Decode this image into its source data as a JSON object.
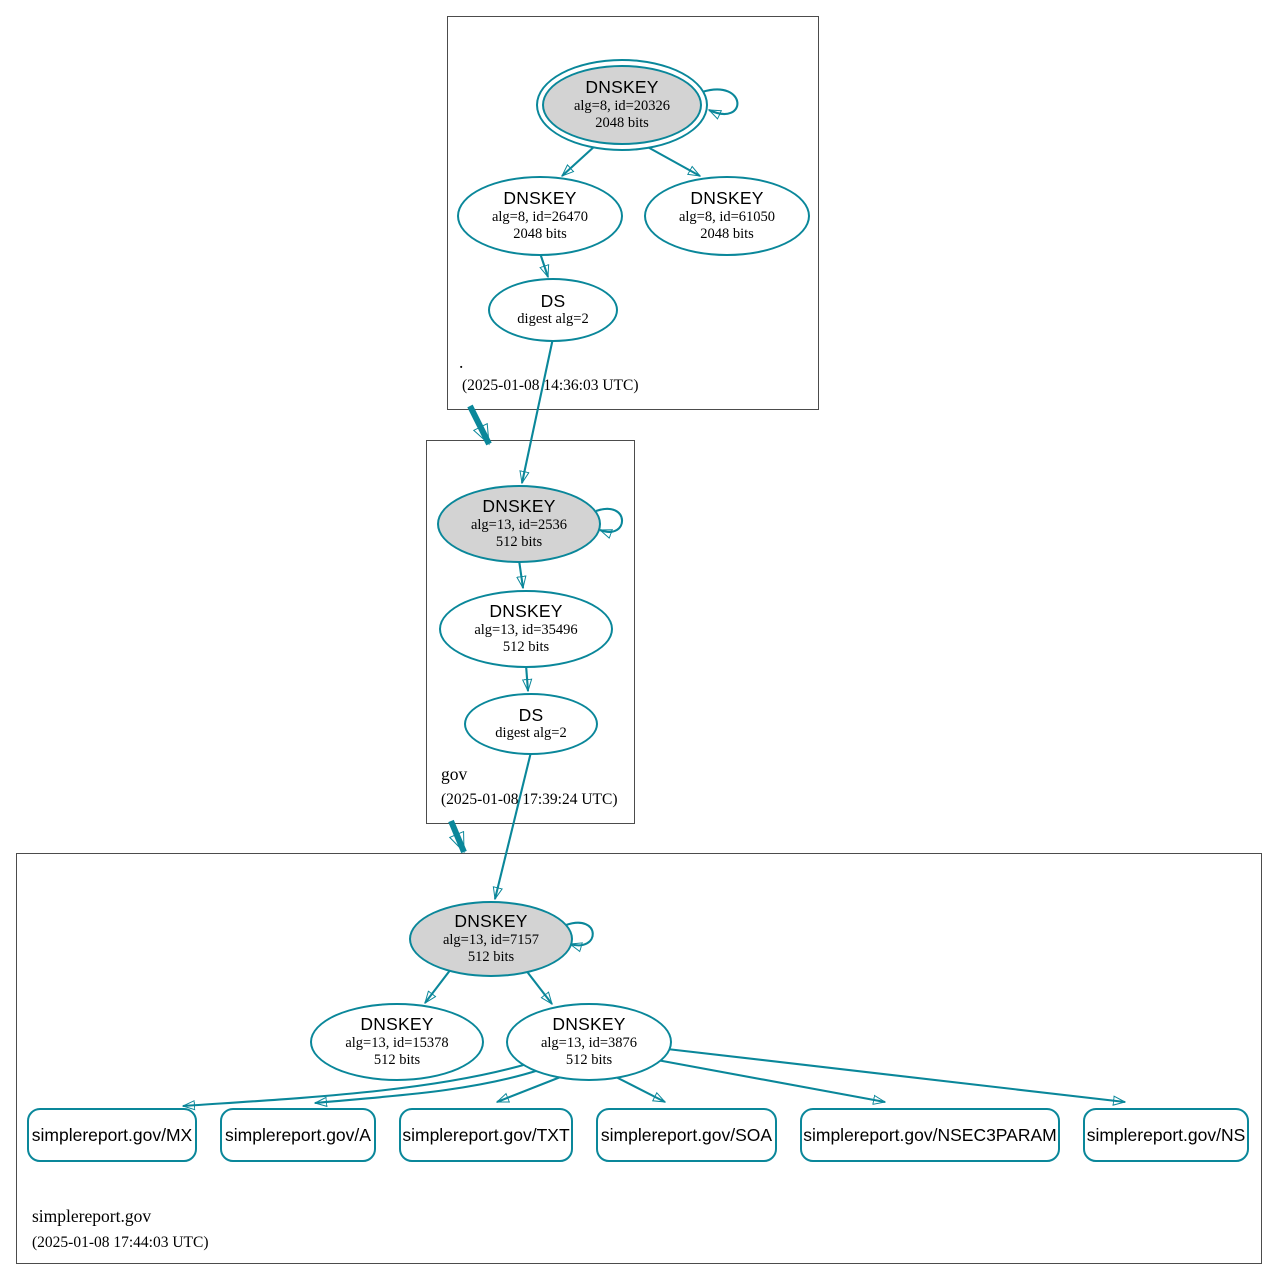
{
  "colors": {
    "edge_secure": "#0a879a",
    "ksk_fill": "#d3d3d3",
    "box_border": "#4c4c4c"
  },
  "zones": [
    {
      "name": ".",
      "timestamp": "(2025-01-08 14:36:03 UTC)",
      "ksk": {
        "title": "DNSKEY",
        "detail": "alg=8, id=20326",
        "bits": "2048 bits"
      },
      "zsk1": {
        "title": "DNSKEY",
        "detail": "alg=8, id=26470",
        "bits": "2048 bits"
      },
      "zsk2": {
        "title": "DNSKEY",
        "detail": "alg=8, id=61050",
        "bits": "2048 bits"
      },
      "ds": {
        "title": "DS",
        "detail": "digest alg=2"
      }
    },
    {
      "name": "gov",
      "timestamp": "(2025-01-08 17:39:24 UTC)",
      "ksk": {
        "title": "DNSKEY",
        "detail": "alg=13, id=2536",
        "bits": "512 bits"
      },
      "zsk": {
        "title": "DNSKEY",
        "detail": "alg=13, id=35496",
        "bits": "512 bits"
      },
      "ds": {
        "title": "DS",
        "detail": "digest alg=2"
      }
    },
    {
      "name": "simplereport.gov",
      "timestamp": "(2025-01-08 17:44:03 UTC)",
      "ksk": {
        "title": "DNSKEY",
        "detail": "alg=13, id=7157",
        "bits": "512 bits"
      },
      "zsk1": {
        "title": "DNSKEY",
        "detail": "alg=13, id=15378",
        "bits": "512 bits"
      },
      "zsk2": {
        "title": "DNSKEY",
        "detail": "alg=13, id=3876",
        "bits": "512 bits"
      },
      "rrsets": [
        {
          "label": "simplereport.gov/MX"
        },
        {
          "label": "simplereport.gov/A"
        },
        {
          "label": "simplereport.gov/TXT"
        },
        {
          "label": "simplereport.gov/SOA"
        },
        {
          "label": "simplereport.gov/NSEC3PARAM"
        },
        {
          "label": "simplereport.gov/NS"
        }
      ]
    }
  ]
}
